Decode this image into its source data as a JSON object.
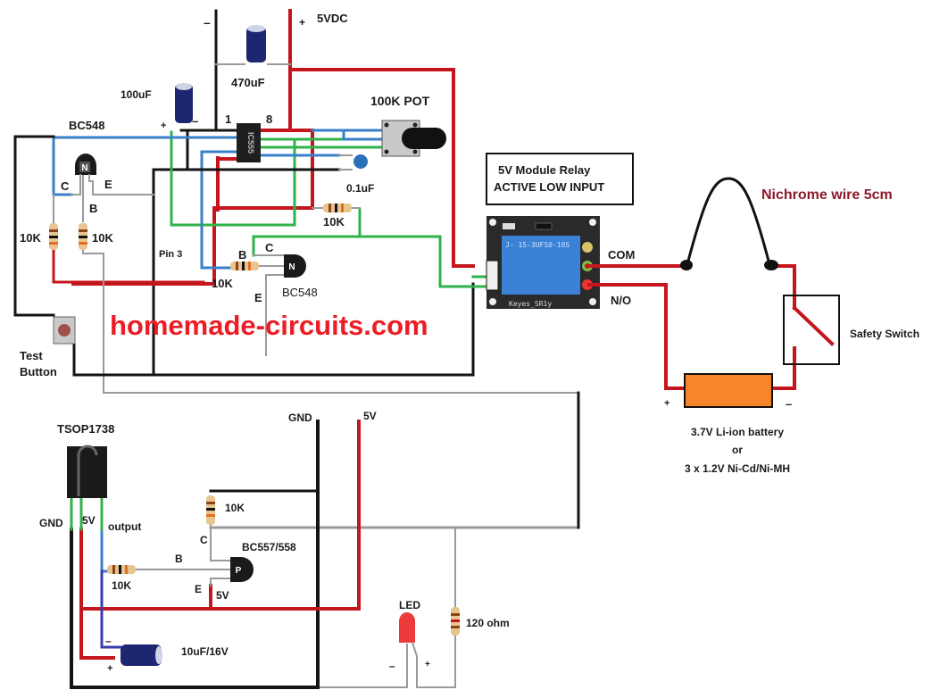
{
  "title": "IR remote controlled nichrome wire heater with relay",
  "watermark": "homemade-circuits.com",
  "colors": {
    "wire_positive": "#c4161c",
    "wire_ground": "#141414",
    "wire_signal_green": "#2fb34a",
    "wire_signal_blue": "#3a80c8",
    "wire_grey": "#9a9a9a",
    "watermark": "#ee1c25",
    "nichrome_label": "#8b1a2b",
    "battery": "#f7862a",
    "relay_board": "#2a2a2a",
    "relay_body": "#3b82d6"
  },
  "supply": {
    "minus": "–",
    "plus": "+",
    "voltage": "5VDC"
  },
  "timer_section": {
    "ic_label": "IC555",
    "pin1": "1",
    "pin8": "8",
    "cap_470": "470uF",
    "cap_100": "100uF",
    "cap_100_plus": "+",
    "cap_100_minus": "–",
    "pot": "100K POT",
    "cap_01": "0.1uF",
    "r_timer": "10K",
    "q1_label": "BC548",
    "q1_c": "C",
    "q1_e": "E",
    "q1_b": "B",
    "q1_glyph": "N",
    "r_left1": "10K",
    "r_left2": "10K",
    "pin3": "Pin 3",
    "q2_b": "B",
    "q2_c": "C",
    "q2_e": "E",
    "q2_label": "BC548",
    "q2_glyph": "N",
    "r_base": "10K",
    "test_button": [
      "Test",
      "Button"
    ]
  },
  "relay": {
    "box_line1": "5V Module Relay",
    "box_line2": "ACTIVE LOW INPUT",
    "board_text": "Keyes_SR1y",
    "relay_print": "J- 15-3UFS0-10S",
    "com": "COM",
    "no": "N/O"
  },
  "load": {
    "nichrome": "Nichrome wire 5cm",
    "safety_switch": "Safety Switch",
    "battery_plus": "+",
    "battery_minus": "–",
    "battery_line1": "3.7V Li-ion battery",
    "battery_line2": "or",
    "battery_line3": "3 x 1.2V Ni-Cd/Ni-MH"
  },
  "ir_section": {
    "tsop": "TSOP1738",
    "pin_gnd": "GND",
    "pin_5v": "5V",
    "pin_out": "output",
    "r_out": "10K",
    "r_pull": "10K",
    "q3_label": "BC557/558",
    "q3_glyph": "P",
    "q3_b": "B",
    "q3_c": "C",
    "q3_e": "E",
    "e_5v": "5V",
    "rail_gnd": "GND",
    "rail_5v": "5V",
    "cap": "10uF/16V",
    "cap_minus": "–",
    "cap_plus": "+",
    "led": "LED",
    "led_minus": "–",
    "led_plus": "+",
    "r_led": "120 ohm"
  }
}
